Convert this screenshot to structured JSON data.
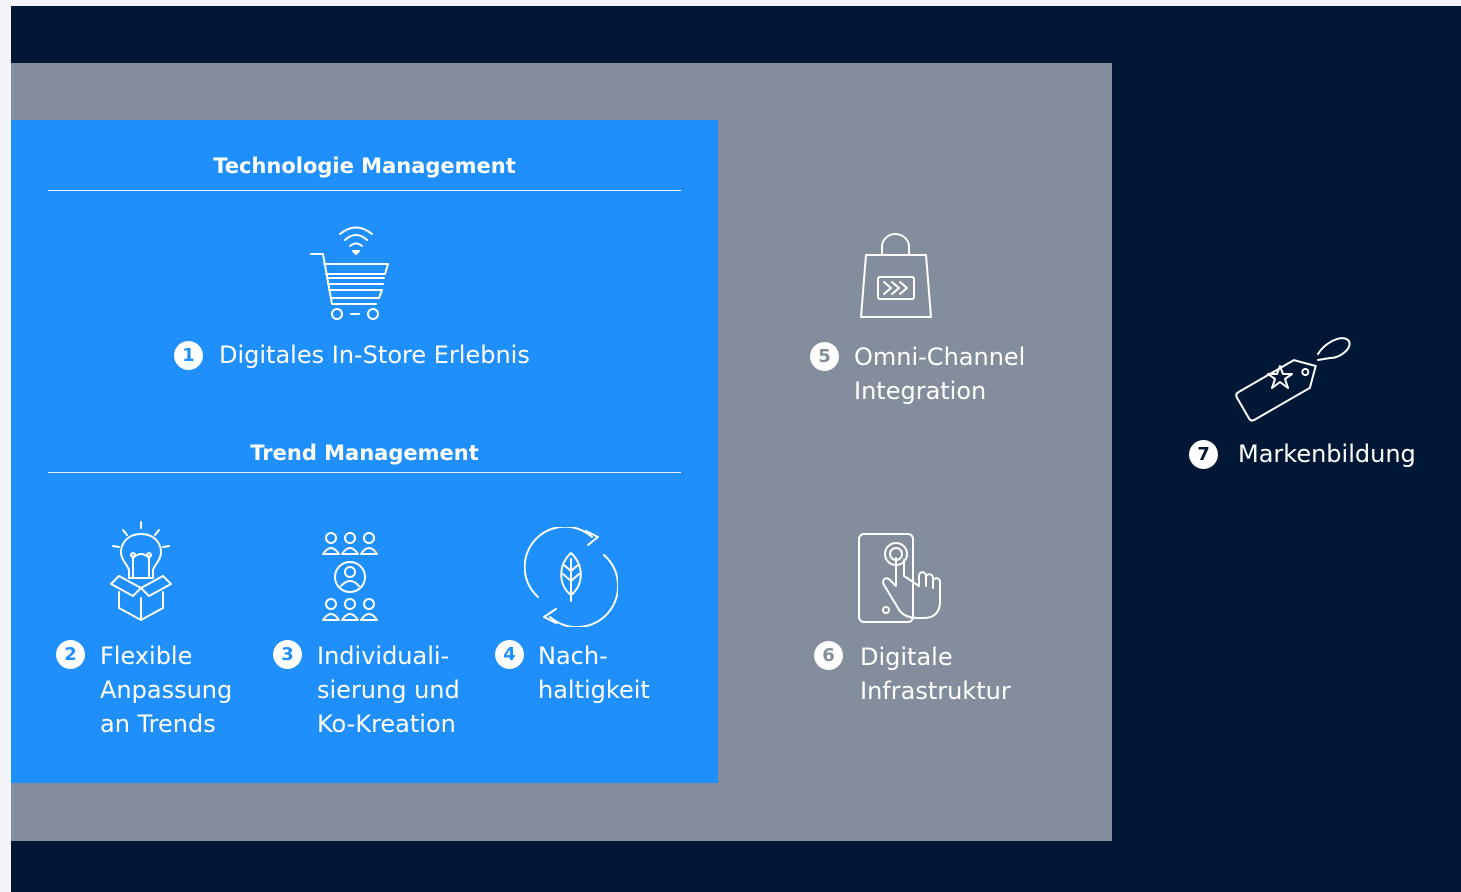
{
  "technology": {
    "title": "Technologie Management",
    "item": {
      "number": "1",
      "label": "Digitales In-Store Erlebnis",
      "icon": "smart-cart-icon"
    }
  },
  "trend": {
    "title": "Trend Management",
    "items": [
      {
        "number": "2",
        "lines": [
          "Flexible",
          "Anpassung",
          "an Trends"
        ],
        "icon": "idea-box-icon"
      },
      {
        "number": "3",
        "lines": [
          "Individuali-",
          "sierung und",
          "Ko-Kreation"
        ],
        "icon": "crowd-person-icon"
      },
      {
        "number": "4",
        "lines": [
          "Nach-",
          "haltigkeit"
        ],
        "icon": "leaf-cycle-icon"
      }
    ]
  },
  "channel": {
    "items": [
      {
        "number": "5",
        "lines": [
          "Omni-Channel",
          "Integration"
        ],
        "icon": "shopping-bag-icon"
      },
      {
        "number": "6",
        "lines": [
          "Digitale",
          "Infrastruktur"
        ],
        "icon": "touch-tablet-icon"
      }
    ]
  },
  "brand": {
    "number": "7",
    "label": "Markenbildung",
    "icon": "price-tag-star-icon"
  },
  "colors": {
    "navy": "#001736",
    "gray": "#838d9b",
    "blue": "#1f8ffb",
    "white": "#ffffff"
  }
}
